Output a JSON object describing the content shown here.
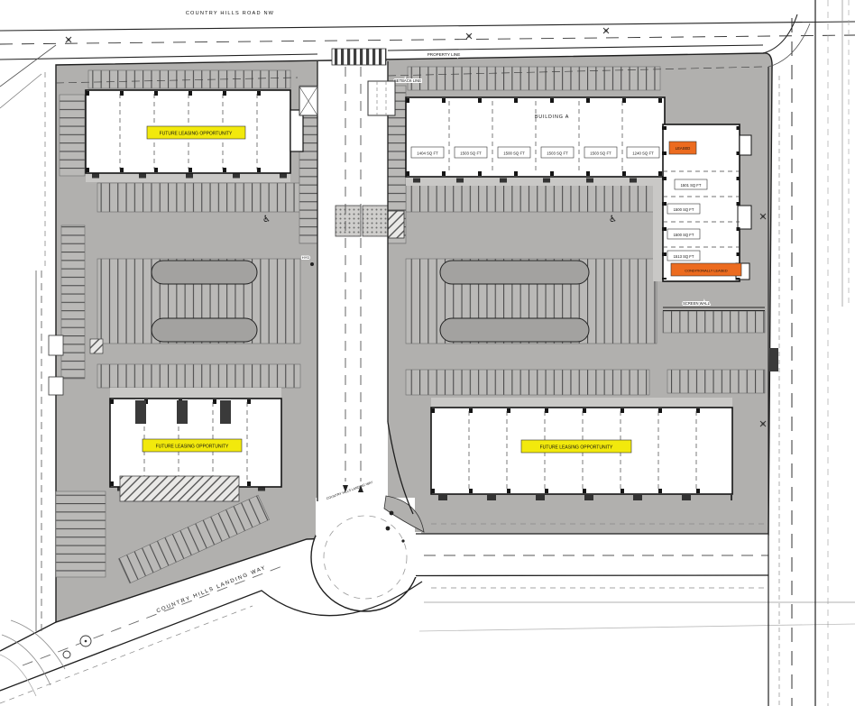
{
  "drawing": {
    "type": "architectural-site-plan"
  },
  "colors": {
    "paving": "#b1b0ae",
    "island": "#a3a2a0",
    "future_yellow": "#f2e90c",
    "leased_orange": "#ec6b1f"
  },
  "roads": {
    "top_road": "COUNTRY HILLS ROAD NW",
    "bottom_road": "COUNTRY HILLS LANDING WAY",
    "property_line": "PROPERTY LINE",
    "setback_line": "SETBACK LINE"
  },
  "labels": {
    "future_leasing": "FUTURE LEASING OPPORTUNITY",
    "leased": "LEASED",
    "conditionally_leased": "CONDITIONALLY LEASED",
    "building_a": "BUILDING A",
    "screen_wall": "SCREEN WALL",
    "hydrant": "HYD"
  },
  "building_a_units": [
    "1404 SQ FT",
    "1503 SQ FT",
    "1500 SQ FT",
    "1503 SQ FT",
    "1503 SQ FT",
    "1240 SQ FT"
  ],
  "east_units": [
    "1501 SQ FT",
    "1500 SQ FT",
    "1500 SQ FT",
    "1513 SQ FT"
  ]
}
